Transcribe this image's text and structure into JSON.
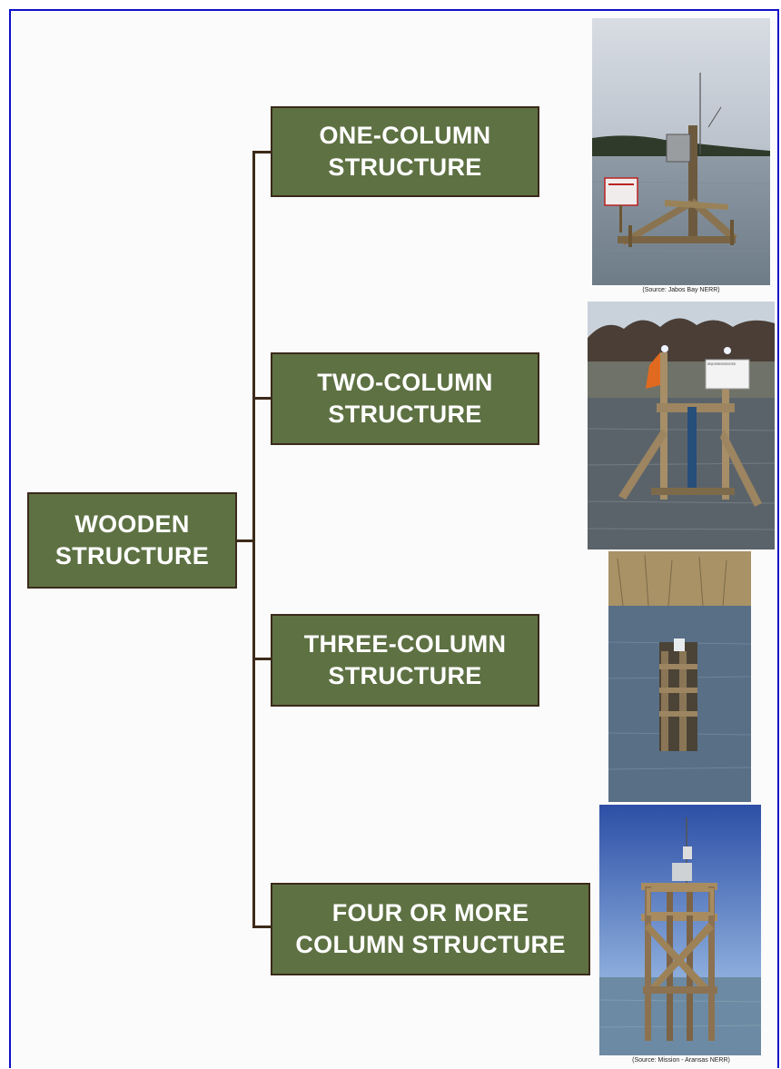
{
  "root": {
    "line1": "WOODEN",
    "line2": "STRUCTURE"
  },
  "branches": [
    {
      "line1": "ONE-COLUMN",
      "line2": "STRUCTURE"
    },
    {
      "line1": "TWO-COLUMN",
      "line2": "STRUCTURE"
    },
    {
      "line1": "THREE-COLUMN",
      "line2": "STRUCTURE"
    },
    {
      "line1": "FOUR OR MORE",
      "line2": "COLUMN STRUCTURE"
    }
  ],
  "photos": [
    {
      "caption": "(Source: Jabos Bay NERR)"
    },
    {
      "sign": "WATER QUALITY MONITORING STATION PLEASE DO NOT DISTURB"
    },
    {},
    {
      "caption": "(Source: Mission - Aransas NERR)"
    }
  ],
  "colors": {
    "box_fill": "#5e7143",
    "box_border": "#3a2a1a",
    "connector": "#3c2a1a",
    "frame": "#1010c8"
  }
}
